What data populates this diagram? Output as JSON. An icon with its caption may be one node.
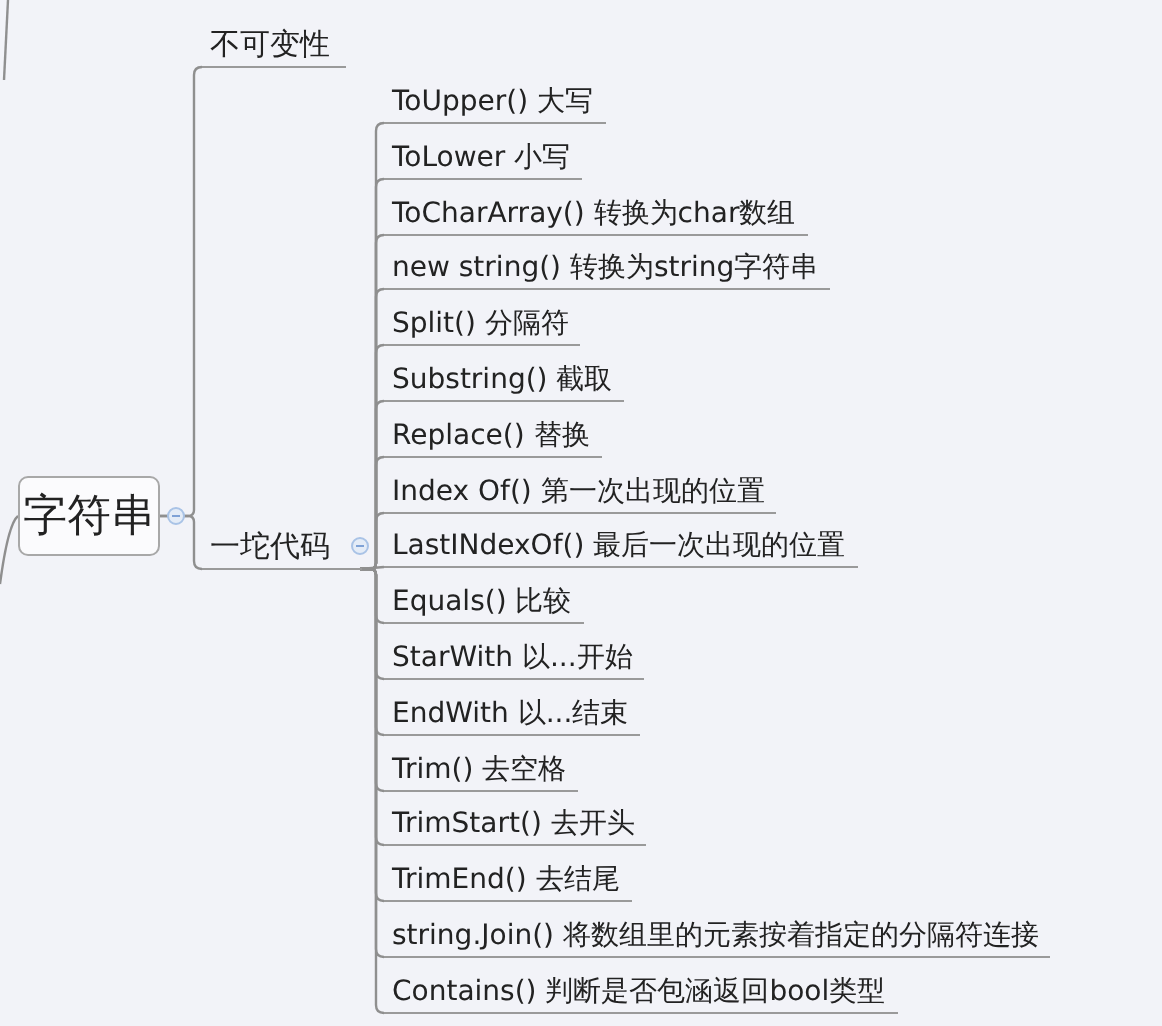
{
  "diagram": {
    "nodes": [
      {
        "text": [
          "字符串"
        ]
      },
      {
        "text": [
          "不可变性"
        ]
      },
      {
        "text": [
          "一坨代码"
        ]
      },
      {
        "text": [
          "ToUpper() 大写"
        ]
      },
      {
        "text": [
          "ToLower 小写"
        ]
      },
      {
        "text": [
          "ToCharArray() 转换为char数组"
        ]
      },
      {
        "text": [
          "new string() 转换为string字符串"
        ]
      },
      {
        "text": [
          "Split() 分隔符"
        ]
      },
      {
        "text": [
          "Substring() 截取"
        ]
      },
      {
        "text": [
          "Replace() 替换"
        ]
      },
      {
        "text": [
          "Index Of() 第一次出现的位置"
        ]
      },
      {
        "text": [
          "LastINdexOf() 最后一次出现的位置"
        ]
      },
      {
        "text": [
          "Equals() 比较"
        ]
      },
      {
        "text": [
          "StarWith 以...开始"
        ]
      },
      {
        "text": [
          "EndWith 以...结束"
        ]
      },
      {
        "text": [
          "Trim() 去空格"
        ]
      },
      {
        "text": [
          "TrimStart() 去开头"
        ]
      },
      {
        "text": [
          "TrimEnd() 去结尾"
        ]
      },
      {
        "text": [
          "string.Join() 将数组里的元素按着指定的分隔符连接"
        ]
      },
      {
        "text": [
          "Contains() 判断是否包涵返回bool类型"
        ]
      }
    ],
    "edges": [
      {
        "from": null,
        "to": 0,
        "arrow": "none"
      },
      {
        "from": 0,
        "to": 1,
        "arrow": "none"
      },
      {
        "from": 0,
        "to": 2,
        "arrow": "none"
      },
      {
        "from": 2,
        "to": 3,
        "arrow": "none"
      },
      {
        "from": 2,
        "to": 4,
        "arrow": "none"
      },
      {
        "from": 2,
        "to": 5,
        "arrow": "none"
      },
      {
        "from": 2,
        "to": 6,
        "arrow": "none"
      },
      {
        "from": 2,
        "to": 7,
        "arrow": "none"
      },
      {
        "from": 2,
        "to": 8,
        "arrow": "none"
      },
      {
        "from": 2,
        "to": 9,
        "arrow": "none"
      },
      {
        "from": 2,
        "to": 10,
        "arrow": "none"
      },
      {
        "from": 2,
        "to": 11,
        "arrow": "none"
      },
      {
        "from": 2,
        "to": 12,
        "arrow": "none"
      },
      {
        "from": 2,
        "to": 13,
        "arrow": "none"
      },
      {
        "from": 2,
        "to": 14,
        "arrow": "none"
      },
      {
        "from": 2,
        "to": 15,
        "arrow": "none"
      },
      {
        "from": 2,
        "to": 16,
        "arrow": "none"
      },
      {
        "from": 2,
        "to": 17,
        "arrow": "none"
      },
      {
        "from": 2,
        "to": 18,
        "arrow": "none"
      },
      {
        "from": 2,
        "to": 19,
        "arrow": "none"
      }
    ]
  }
}
